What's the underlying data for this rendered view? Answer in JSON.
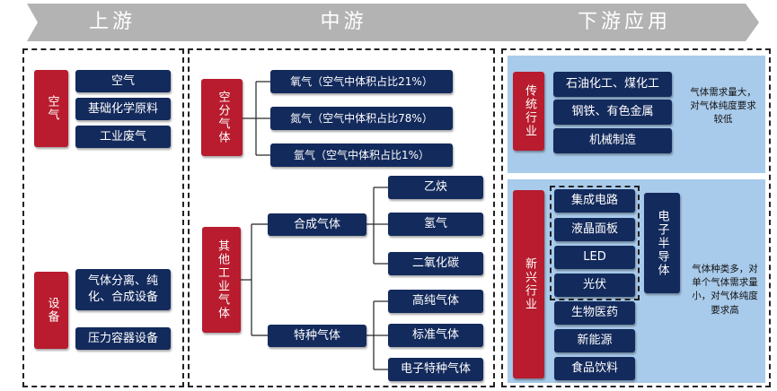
{
  "header": {
    "upstream": "上游",
    "midstream": "中游",
    "downstream": "下游应用"
  },
  "upstream": {
    "air": {
      "category": "空气",
      "items": [
        "空气",
        "基础化学原料",
        "工业废气"
      ]
    },
    "equipment": {
      "category": "设备",
      "items": [
        "气体分离、纯化、合成设备",
        "压力容器设备"
      ]
    }
  },
  "midstream": {
    "air_separation": {
      "category": "空分气体",
      "items": [
        "氧气（空气中体积占比21%）",
        "氮气（空气中体积占比78%）",
        "氩气（空气中体积占比1%）"
      ]
    },
    "other_industrial": {
      "category": "其他工业气体",
      "synthetic": {
        "label": "合成气体",
        "items": [
          "乙炔",
          "氢气",
          "二氧化碳"
        ]
      },
      "special": {
        "label": "特种气体",
        "items": [
          "高纯气体",
          "标准气体",
          "电子特种气体"
        ]
      }
    }
  },
  "downstream": {
    "traditional": {
      "category": "传统行业",
      "items": [
        "石油化工、煤化工",
        "钢铁、有色金属",
        "机械制造"
      ],
      "note": "气体需求量大，对气体纯度要求较低"
    },
    "emerging": {
      "category": "新兴行业",
      "semiconductor_items": [
        "集成电路",
        "液晶面板",
        "LED",
        "光伏"
      ],
      "semiconductor_label": "电子半导体",
      "other_items": [
        "生物医药",
        "新能源",
        "食品饮料"
      ],
      "note": "气体种类多，对单个气体需求量小，对气体纯度要求高"
    }
  },
  "colors": {
    "navy": "#132a5c",
    "red": "#b81c2e",
    "light_blue": "#a9cbeb",
    "chevron_gray": "#b3b3b3"
  }
}
